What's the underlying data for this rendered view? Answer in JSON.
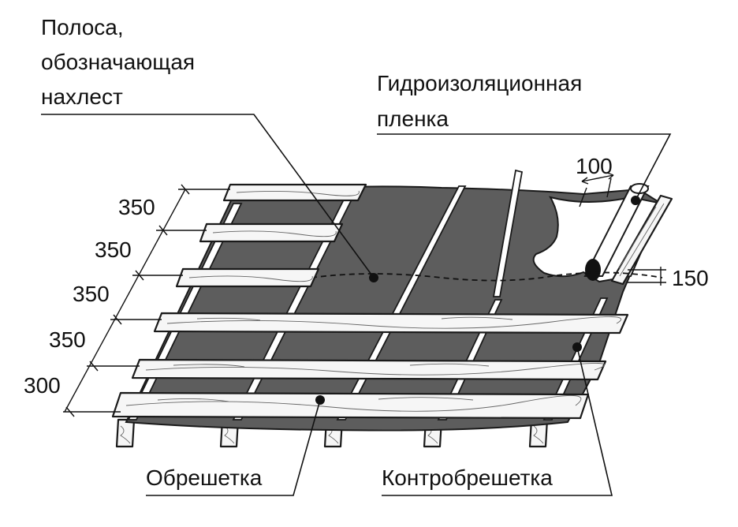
{
  "labels": {
    "overlap_line1": "Полоса,",
    "overlap_line2": "обозначающая",
    "overlap_line3": "нахлест",
    "membrane_line1": "Гидроизоляционная",
    "membrane_line2": "пленка",
    "batten": "Обрешетка",
    "counter_batten": "Контробрешетка"
  },
  "dimensions": {
    "spacing": [
      "350",
      "350",
      "350",
      "350",
      "300"
    ],
    "overlap_width": "100",
    "overlap_height": "150"
  },
  "colors": {
    "membrane": "#5d5d5d",
    "wood": "#f6f6f6",
    "ink": "#111111"
  }
}
